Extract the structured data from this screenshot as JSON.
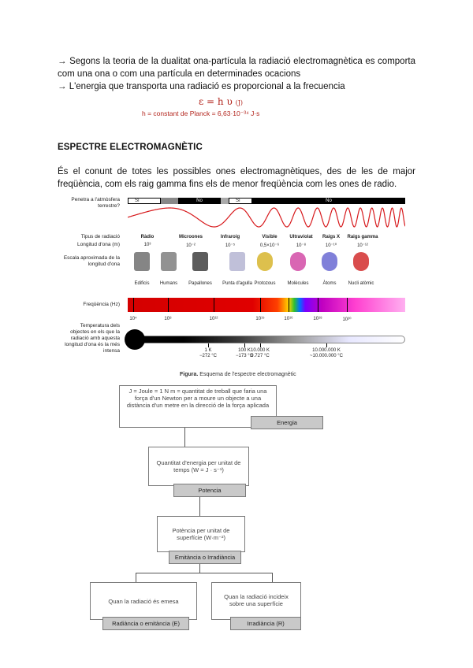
{
  "intro": {
    "line1": "→ Segons la teoria de la dualitat ona-partícula la radiació electromagnètica es comporta com una ona o com una partícula en determinades ocacions",
    "line2": "→ L'energia que transporta una radiació es proporcional a la frecuencia",
    "formula": "ε = h υ",
    "formula_unit": "(J)",
    "planck": "h = constant de Planck = 6,63·10⁻³⁴ J·s"
  },
  "section": {
    "title": "ESPECTRE ELECTROMAGNÈTIC",
    "paragraph": "És el conunt de totes les possibles ones electromagnètiques, des de les de major freqüència, com els raig gamma fins els de menor freqüència com les ones de radio."
  },
  "figure": {
    "row_labels": {
      "penetra": "Penetra a l'atmòsfera terrestre?",
      "tipus": "Tipus de radiació",
      "longitud": "Longitud d'ona (m)",
      "escala": "Escala aproximada de la longitud d'ona",
      "frequencia": "Freqüència (Hz)",
      "temperatura": "Temperatura dels objectes en els que la radiació amb aquesta longitud d'ona és la més intensa"
    },
    "atmosphere": [
      "Sí",
      "No",
      "Sí",
      "No"
    ],
    "radiation_types": [
      {
        "name": "Ràdio",
        "wavelength": "10³"
      },
      {
        "name": "Microones",
        "wavelength": "10⁻²"
      },
      {
        "name": "Infraroig",
        "wavelength": "10⁻⁵"
      },
      {
        "name": "Visible",
        "wavelength": "0,5×10⁻⁶"
      },
      {
        "name": "Ultraviolat",
        "wavelength": "10⁻⁸"
      },
      {
        "name": "Raigs X",
        "wavelength": "10⁻¹⁰"
      },
      {
        "name": "Raigs gamma",
        "wavelength": "10⁻¹²"
      }
    ],
    "scale_objects": [
      "Edificis",
      "Humans",
      "Papallones",
      "Punta d'agulla",
      "Protozous",
      "Molècules",
      "Àtoms",
      "Nucli atòmic"
    ],
    "frequencies": [
      "10⁴",
      "10⁸",
      "10¹²",
      "10¹⁵",
      "10¹⁶",
      "10¹⁸",
      "10²⁰"
    ],
    "temperatures": [
      {
        "k": "1 K",
        "c": "−272 °C"
      },
      {
        "k": "100 K",
        "c": "−173 °C"
      },
      {
        "k": "10.000 K",
        "c": "9.727 °C"
      },
      {
        "k": "10.000.000 K",
        "c": "~10.000.000 °C"
      }
    ],
    "caption_bold": "Figura.",
    "caption": " Esquema de l'espectre electromagnètic"
  },
  "diagram": {
    "energia_text": "J = Joule = 1 N m = quantitat de treball que faria una força d'un Newton per a moure un objecte a una distància d'un metre en la direcció de la força aplicada",
    "energia_label": "Energia",
    "potencia_text": "Quantitat d'energia per unitat de temps (W = J · s⁻¹)",
    "potencia_label": "Potencia",
    "emitancia_text": "Potència per unitat de superfície (W·m⁻²)",
    "emitancia_label": "Emitància o Irradiància",
    "emesa_text": "Quan la radiació és emesa",
    "emesa_label": "Radiància o emitància (E)",
    "incideix_text": "Quan la radiació incideix sobre una superfície",
    "incideix_label": "Irradiància (R)"
  }
}
